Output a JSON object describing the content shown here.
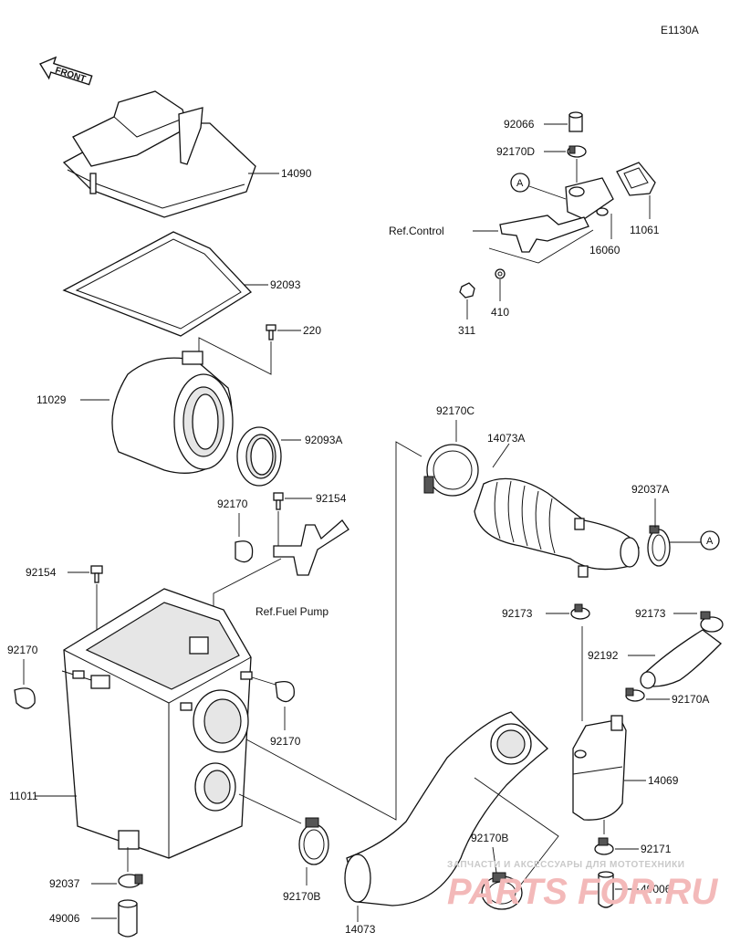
{
  "diagram": {
    "code": "E1130A",
    "front_label": "FRONT",
    "callout": "A",
    "labels": {
      "p14090": "14090",
      "p92093": "92093",
      "p220": "220",
      "p11029": "11029",
      "p92093A": "92093A",
      "p92154a": "92154",
      "p92170a": "92170",
      "p92154b": "92154",
      "ref_fuel_pump": "Ref.Fuel Pump",
      "p92170b": "92170",
      "p92170c": "92170",
      "p11011": "11011",
      "p92037": "92037",
      "p49006a": "49006",
      "p92170B_a": "92170B",
      "p14073": "14073",
      "p92170B_b": "92170B",
      "p92066": "92066",
      "p92170D": "92170D",
      "ref_control": "Ref.Control",
      "p11061": "11061",
      "p16060": "16060",
      "p410": "410",
      "p311": "311",
      "p92170C": "92170C",
      "p14073A": "14073A",
      "p92037A": "92037A",
      "p92173a": "92173",
      "p92173b": "92173",
      "p92192": "92192",
      "p92170A": "92170A",
      "p14069": "14069",
      "p92171": "92171",
      "p49006b": "49006"
    },
    "watermark": {
      "subtitle": "ЗАПЧАСТИ И АКСЕССУАРЫ ДЛЯ МОТОТЕХНИКИ",
      "title": "PARTS FOR.RU"
    }
  }
}
